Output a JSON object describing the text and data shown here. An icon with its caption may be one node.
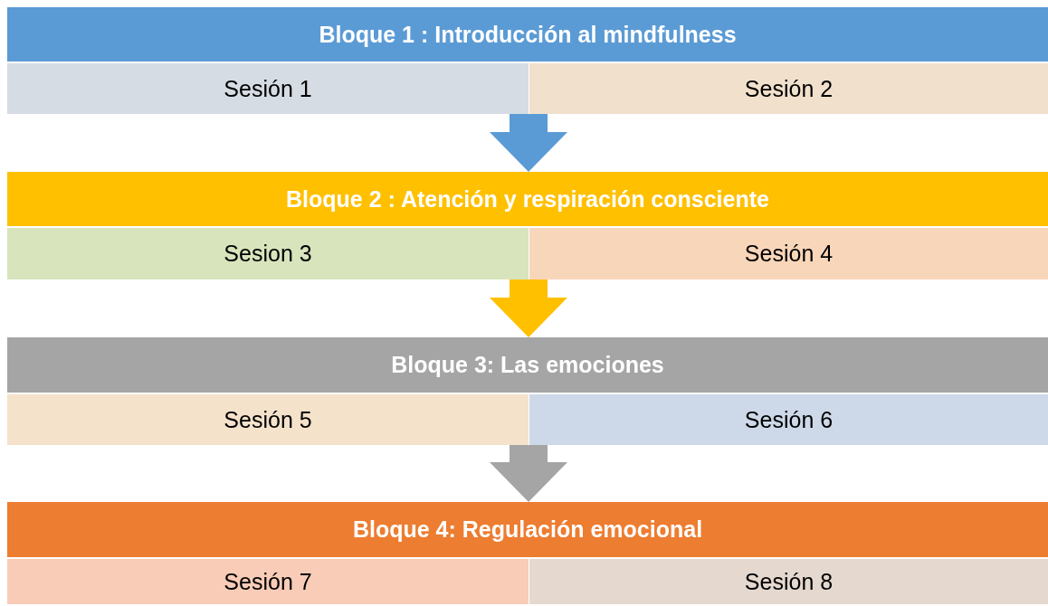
{
  "diagram": {
    "nodes": [
      {
        "text": [
          "Bloque 1 : Introducción al mindfulness"
        ]
      },
      {
        "text": [
          "Sesión 1"
        ]
      },
      {
        "text": [
          "Sesión 2"
        ]
      },
      {
        "text": [
          "Bloque 2 : Atención y respiración consciente"
        ]
      },
      {
        "text": [
          "Sesion 3"
        ]
      },
      {
        "text": [
          "Sesión 4"
        ]
      },
      {
        "text": [
          "Bloque 3: Las emociones"
        ]
      },
      {
        "text": [
          "Sesión 5"
        ]
      },
      {
        "text": [
          "Sesión 6"
        ]
      },
      {
        "text": [
          "Bloque 4: Regulación emocional"
        ]
      },
      {
        "text": [
          "Sesión 7"
        ]
      },
      {
        "text": [
          "Sesión 8"
        ]
      }
    ],
    "edges": [
      {
        "from": 1,
        "to": 3,
        "arrow": "to",
        "style": "thick",
        "color": "#5b9bd5"
      },
      {
        "from": 4,
        "to": 6,
        "arrow": "to",
        "style": "thick",
        "color": "#ffc000"
      },
      {
        "from": 7,
        "to": 9,
        "arrow": "to",
        "style": "thick",
        "color": "#a5a5a5"
      }
    ]
  }
}
